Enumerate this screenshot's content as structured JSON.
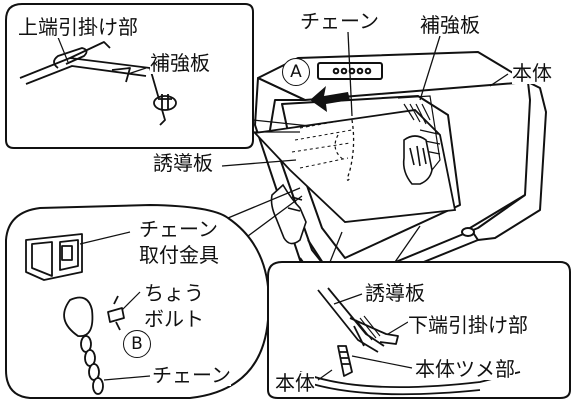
{
  "labels": {
    "upper_hook": "上端引掛け部",
    "reinforce_top_inset": "補強板",
    "chain_top": "チェーン",
    "reinforce_top": "補強板",
    "body_right": "本体",
    "guide_plate_main": "誘導板",
    "mark_a": "A",
    "chain_fitting_line1": "チェーン",
    "chain_fitting_line2": "取付金具",
    "wing_bolt_line1": "ちょう",
    "wing_bolt_line2": "ボルト",
    "mark_b": "B",
    "chain_bottom": "チェーン",
    "guide_plate_inset": "誘導板",
    "lower_hook": "下端引掛け部",
    "body_claw": "本体ツメ部",
    "body_inset": "本体"
  }
}
